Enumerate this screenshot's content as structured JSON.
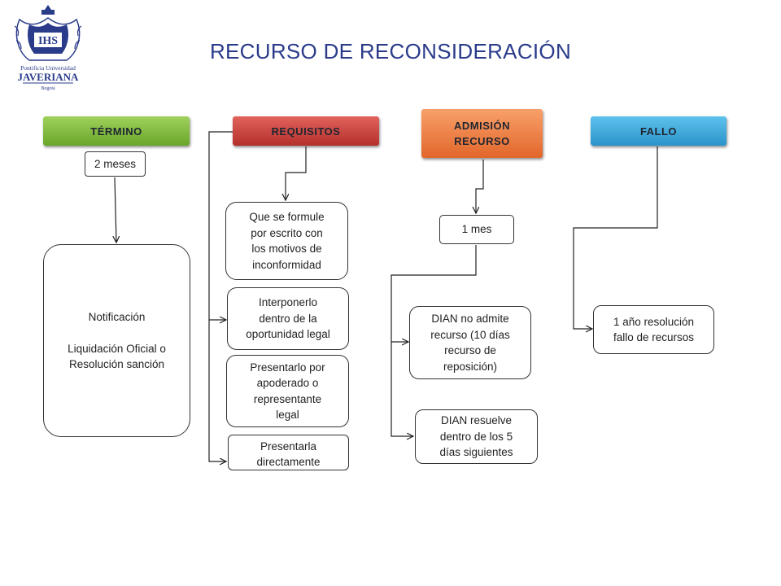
{
  "title": "RECURSO DE RECONSIDERACIÓN",
  "logo": {
    "line1": "Pontificia Universidad",
    "line2": "JAVERIANA",
    "line3": "Bogotá",
    "monogram": "IHS"
  },
  "headers": {
    "termino": "TÉRMINO",
    "requisitos": "REQUISITOS",
    "admision": "ADMISIÓN\nRECURSO",
    "fallo": "FALLO"
  },
  "boxes": {
    "dos_meses": "2 meses",
    "notificacion": "Notificación\n\nLiquidación Oficial o\nResolución sanción",
    "req1": "Que se formule\npor escrito con\nlos motivos de\ninconformidad",
    "req2": "Interponerlo\ndentro de la\noportunidad legal",
    "req3": "Presentarlo por\napoderado o\nrepresentante\nlegal",
    "req4": "Presentarla\ndirectamente",
    "un_mes": "1 mes",
    "dian_no": "DIAN no admite\nrecurso (10 días\nrecurso de\nreposición)",
    "dian_resuelve": "DIAN  resuelve\ndentro de los 5\ndías siguientes",
    "un_anio": "1 año resolución\nfallo de recursos"
  },
  "colors": {
    "title": "#2a3b8a",
    "termino": "#6aa62a",
    "requisitos": "#b4302b",
    "admision": "#e2662a",
    "fallo": "#2a93cb"
  }
}
